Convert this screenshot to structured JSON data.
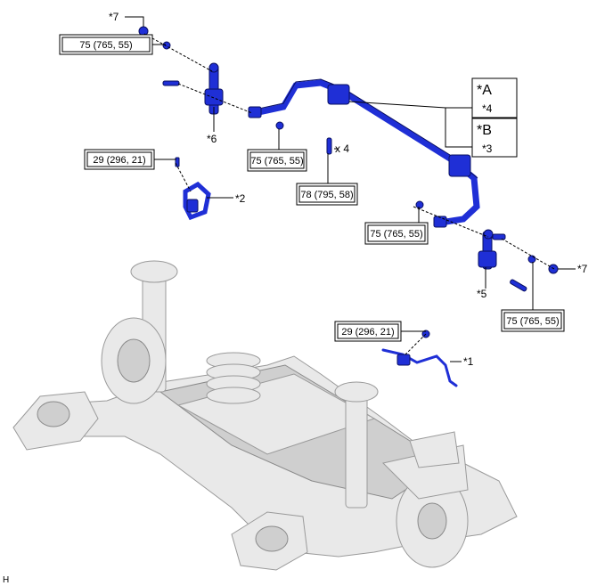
{
  "labels": {
    "n7_top": "*7",
    "n6": "*6",
    "n2": "*2",
    "nA": "*A",
    "n4": "*4",
    "nB": "*B",
    "n3": "*3",
    "x4": "x 4",
    "n7_right": "*7",
    "n5": "*5",
    "n1": "*1",
    "h": "H"
  },
  "torques": {
    "t_top_left": "75 (765, 55)",
    "t_29_upper": "29 (296, 21)",
    "t_mid": "75 (765, 55)",
    "t_78": "78 (795, 58)",
    "t_right_mid": "75 (765, 55)",
    "t_right_low": "75 (765, 55)",
    "t_29_lower": "29 (296, 21)"
  },
  "colors": {
    "part_blue": "#1f2fd6",
    "frame_gray": "#e9e9e9"
  }
}
